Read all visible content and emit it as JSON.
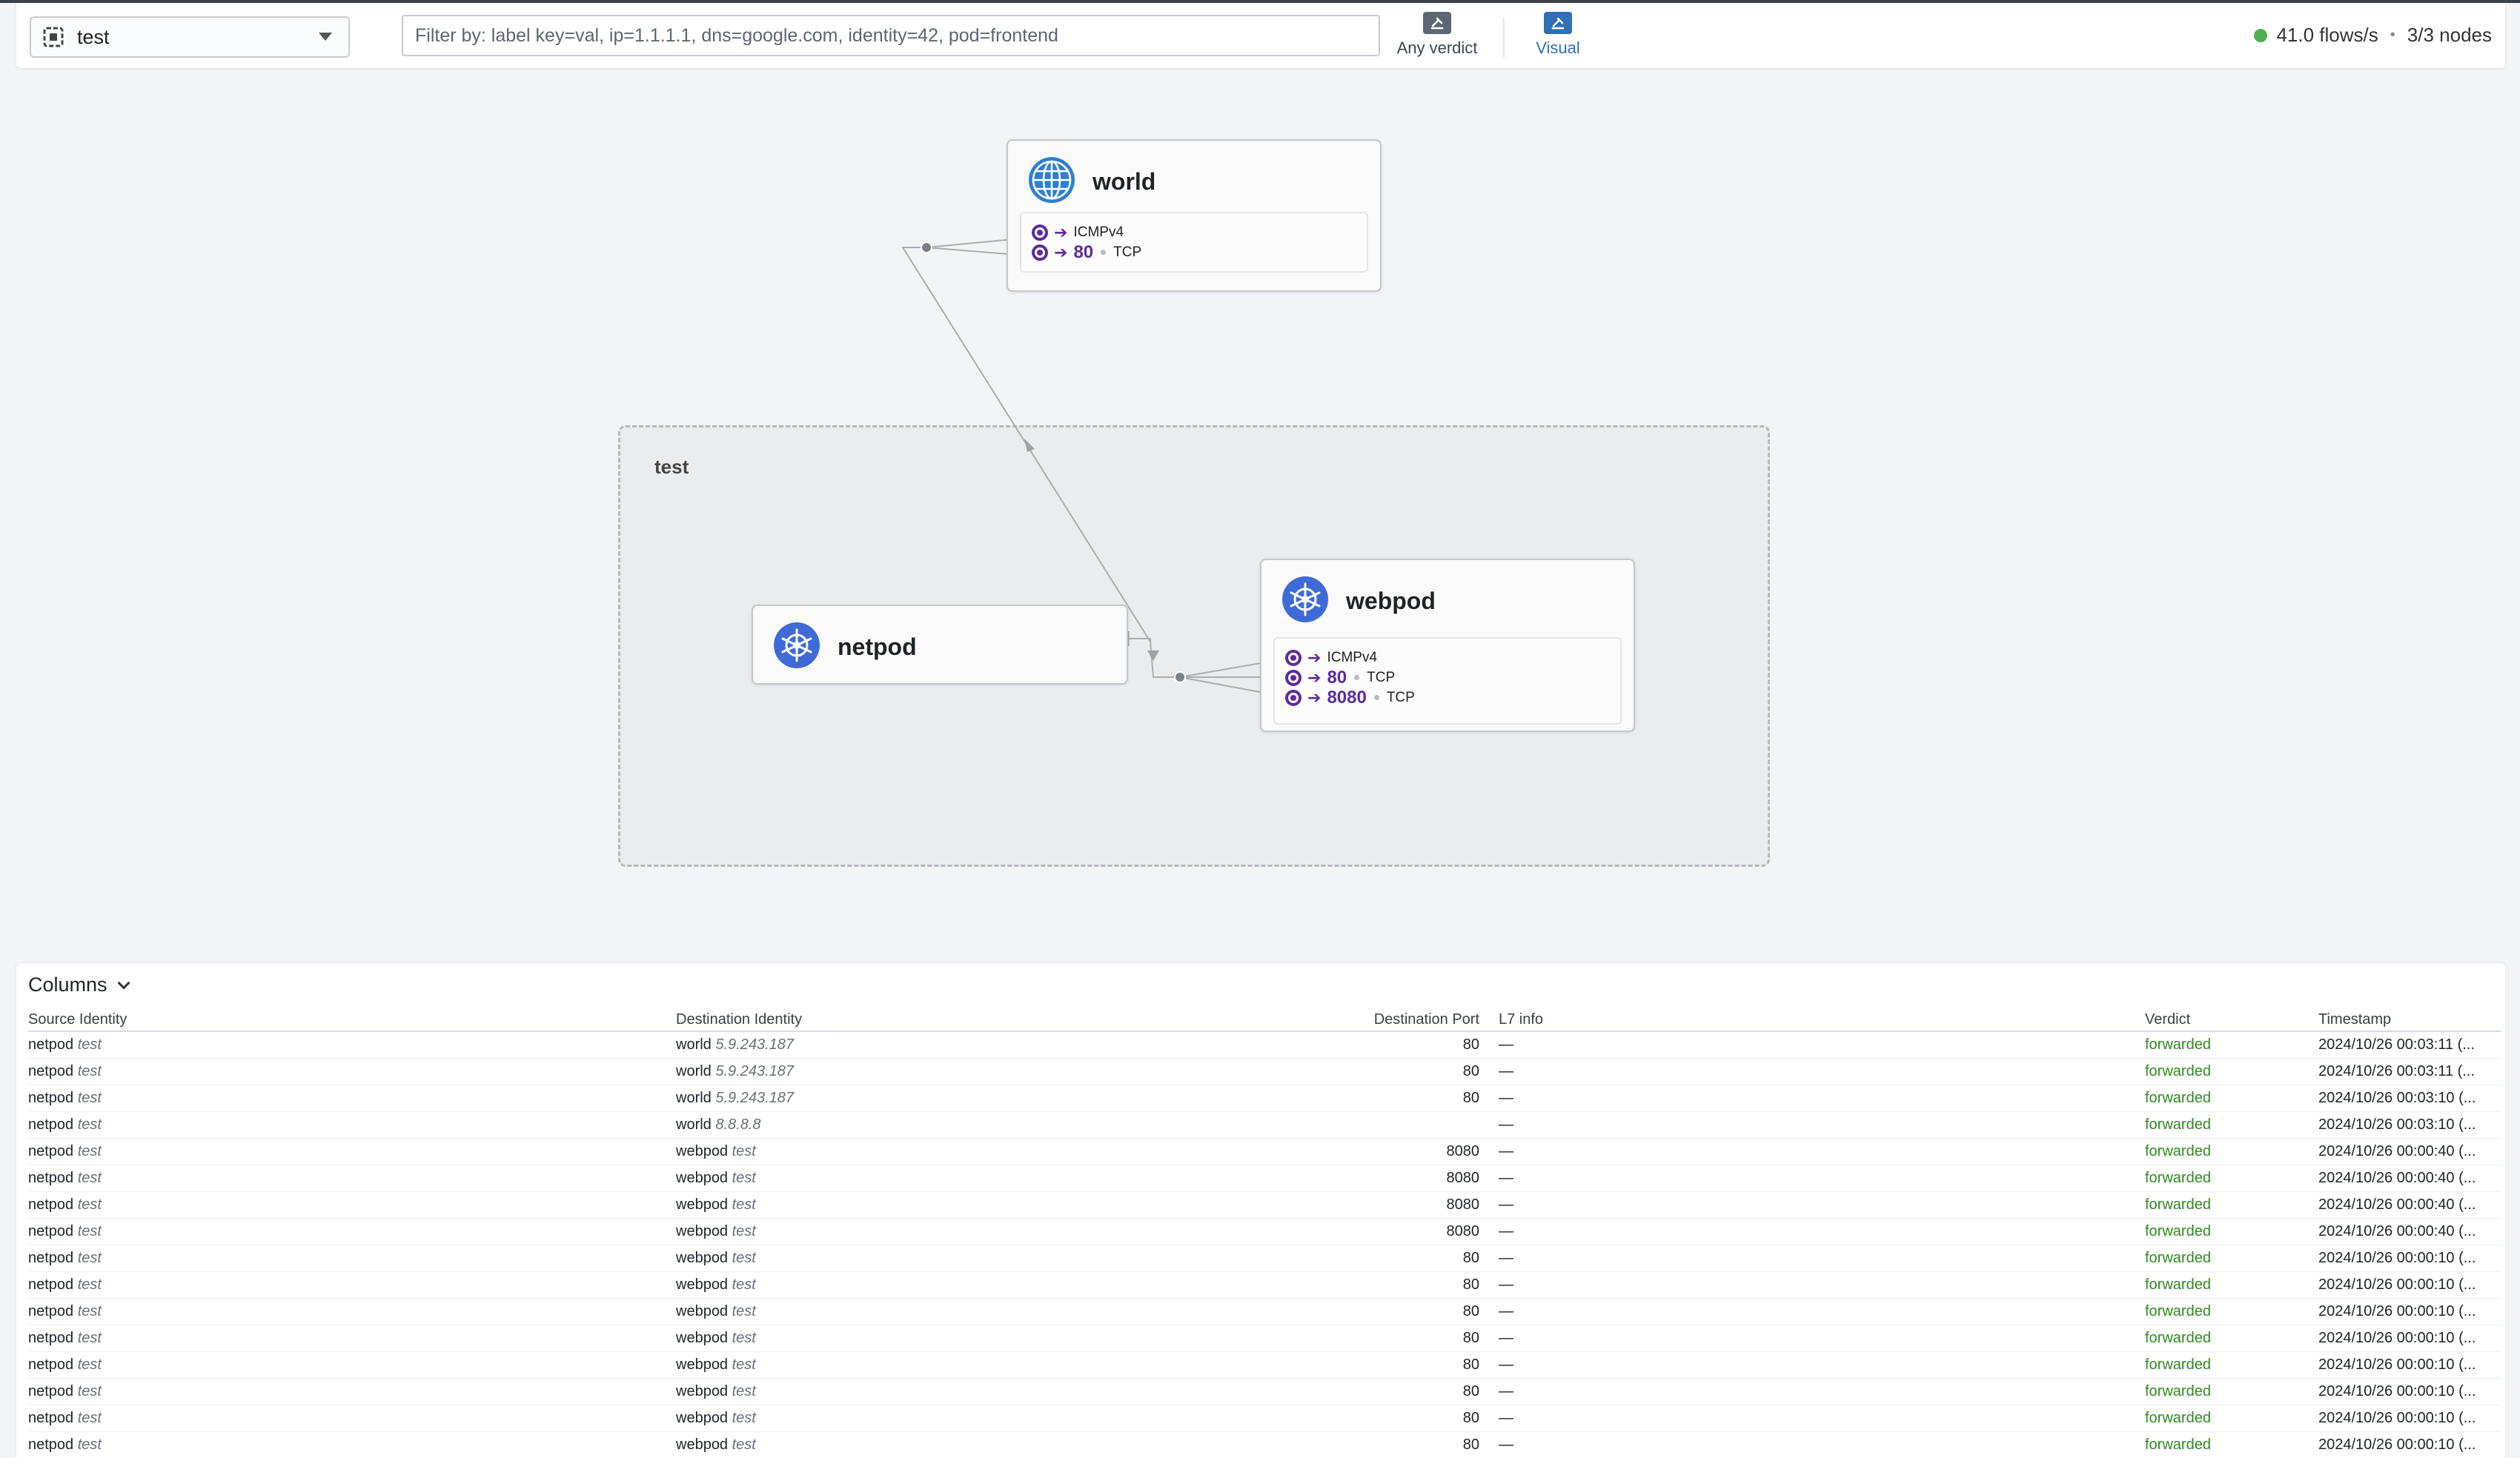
{
  "topbar": {
    "namespace": "test",
    "filter_placeholder": "Filter by: label key=val, ip=1.1.1.1, dns=google.com, identity=42, pod=frontend",
    "verdict_label": "Any verdict",
    "visual_label": "Visual",
    "flows_rate": "41.0 flows/s",
    "nodes": "3/3 nodes",
    "status_color": "#4caf50"
  },
  "graph": {
    "namespace_label": "test",
    "world": {
      "title": "world",
      "ports": [
        {
          "port": "",
          "protocol": "ICMPv4"
        },
        {
          "port": "80",
          "protocol": "TCP"
        }
      ]
    },
    "netpod": {
      "title": "netpod"
    },
    "webpod": {
      "title": "webpod",
      "ports": [
        {
          "port": "",
          "protocol": "ICMPv4"
        },
        {
          "port": "80",
          "protocol": "TCP"
        },
        {
          "port": "8080",
          "protocol": "TCP"
        }
      ]
    },
    "accent_color": "#5b2ca0",
    "k8s_color": "#3f6ad8"
  },
  "table": {
    "columns_label": "Columns",
    "headers": [
      "Source Identity",
      "Destination Identity",
      "Destination Port",
      "L7 info",
      "Verdict",
      "Timestamp"
    ],
    "rows": [
      {
        "src": "netpod",
        "src_ns": "test",
        "dst": "world",
        "dst_ns": "5.9.243.187",
        "port": "80",
        "l7": "—",
        "verdict": "forwarded",
        "ts": "2024/10/26 00:03:11 (..."
      },
      {
        "src": "netpod",
        "src_ns": "test",
        "dst": "world",
        "dst_ns": "5.9.243.187",
        "port": "80",
        "l7": "—",
        "verdict": "forwarded",
        "ts": "2024/10/26 00:03:11 (..."
      },
      {
        "src": "netpod",
        "src_ns": "test",
        "dst": "world",
        "dst_ns": "5.9.243.187",
        "port": "80",
        "l7": "—",
        "verdict": "forwarded",
        "ts": "2024/10/26 00:03:10 (..."
      },
      {
        "src": "netpod",
        "src_ns": "test",
        "dst": "world",
        "dst_ns": "8.8.8.8",
        "port": "",
        "l7": "—",
        "verdict": "forwarded",
        "ts": "2024/10/26 00:03:10 (..."
      },
      {
        "src": "netpod",
        "src_ns": "test",
        "dst": "webpod",
        "dst_ns": "test",
        "port": "8080",
        "l7": "—",
        "verdict": "forwarded",
        "ts": "2024/10/26 00:00:40 (..."
      },
      {
        "src": "netpod",
        "src_ns": "test",
        "dst": "webpod",
        "dst_ns": "test",
        "port": "8080",
        "l7": "—",
        "verdict": "forwarded",
        "ts": "2024/10/26 00:00:40 (..."
      },
      {
        "src": "netpod",
        "src_ns": "test",
        "dst": "webpod",
        "dst_ns": "test",
        "port": "8080",
        "l7": "—",
        "verdict": "forwarded",
        "ts": "2024/10/26 00:00:40 (..."
      },
      {
        "src": "netpod",
        "src_ns": "test",
        "dst": "webpod",
        "dst_ns": "test",
        "port": "8080",
        "l7": "—",
        "verdict": "forwarded",
        "ts": "2024/10/26 00:00:40 (..."
      },
      {
        "src": "netpod",
        "src_ns": "test",
        "dst": "webpod",
        "dst_ns": "test",
        "port": "80",
        "l7": "—",
        "verdict": "forwarded",
        "ts": "2024/10/26 00:00:10 (..."
      },
      {
        "src": "netpod",
        "src_ns": "test",
        "dst": "webpod",
        "dst_ns": "test",
        "port": "80",
        "l7": "—",
        "verdict": "forwarded",
        "ts": "2024/10/26 00:00:10 (..."
      },
      {
        "src": "netpod",
        "src_ns": "test",
        "dst": "webpod",
        "dst_ns": "test",
        "port": "80",
        "l7": "—",
        "verdict": "forwarded",
        "ts": "2024/10/26 00:00:10 (..."
      },
      {
        "src": "netpod",
        "src_ns": "test",
        "dst": "webpod",
        "dst_ns": "test",
        "port": "80",
        "l7": "—",
        "verdict": "forwarded",
        "ts": "2024/10/26 00:00:10 (..."
      },
      {
        "src": "netpod",
        "src_ns": "test",
        "dst": "webpod",
        "dst_ns": "test",
        "port": "80",
        "l7": "—",
        "verdict": "forwarded",
        "ts": "2024/10/26 00:00:10 (..."
      },
      {
        "src": "netpod",
        "src_ns": "test",
        "dst": "webpod",
        "dst_ns": "test",
        "port": "80",
        "l7": "—",
        "verdict": "forwarded",
        "ts": "2024/10/26 00:00:10 (..."
      },
      {
        "src": "netpod",
        "src_ns": "test",
        "dst": "webpod",
        "dst_ns": "test",
        "port": "80",
        "l7": "—",
        "verdict": "forwarded",
        "ts": "2024/10/26 00:00:10 (..."
      },
      {
        "src": "netpod",
        "src_ns": "test",
        "dst": "webpod",
        "dst_ns": "test",
        "port": "80",
        "l7": "—",
        "verdict": "forwarded",
        "ts": "2024/10/26 00:00:10 (..."
      }
    ]
  }
}
